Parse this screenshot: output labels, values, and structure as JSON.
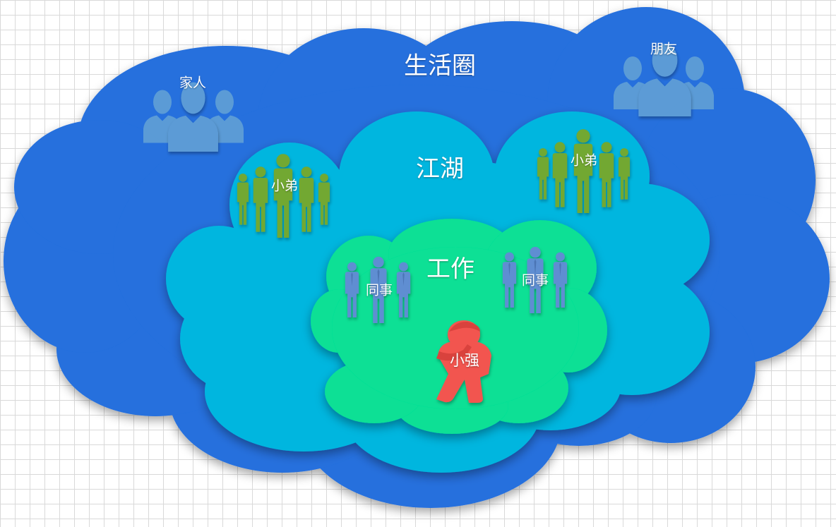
{
  "colors": {
    "outer_cloud": "#256fdd",
    "middle_cloud": "#05b6df",
    "inner_cloud": "#07e095",
    "family_icon": "#5e9ed6",
    "brother_icon": "#72a830",
    "colleague_icon": "#5e8ed2",
    "self_icon": "#f2554f"
  },
  "rings": {
    "outer": {
      "title": "生活圈"
    },
    "middle": {
      "title": "江湖"
    },
    "inner": {
      "title": "工作"
    }
  },
  "groups": {
    "family": {
      "label": "家人",
      "icon": "people-silhouette-icon"
    },
    "friends": {
      "label": "朋友",
      "icon": "people-silhouette-icon"
    },
    "brothers_left": {
      "label": "小弟",
      "icon": "crowd-icon"
    },
    "brothers_right": {
      "label": "小弟",
      "icon": "crowd-icon"
    },
    "colleagues_left": {
      "label": "同事",
      "icon": "business-people-icon"
    },
    "colleagues_right": {
      "label": "同事",
      "icon": "business-people-icon"
    },
    "self": {
      "label": "小强",
      "icon": "thinking-person-icon"
    }
  }
}
